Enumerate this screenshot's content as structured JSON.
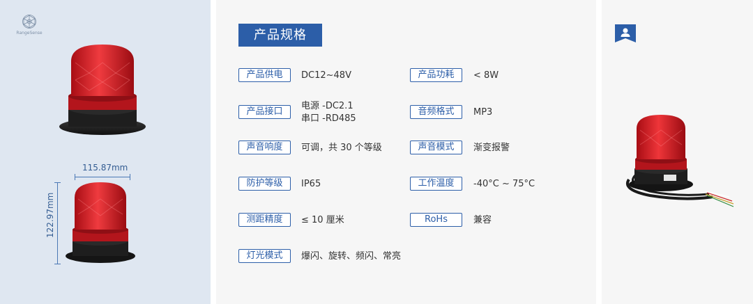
{
  "brand": {
    "logo_text": "RangeSense"
  },
  "dimensions": {
    "width_label": "115.87mm",
    "height_label": "122.97mm"
  },
  "title": "产品规格",
  "specs": {
    "power_supply": {
      "label": "产品供电",
      "value": "DC12~48V"
    },
    "power_consumption": {
      "label": "产品功耗",
      "value": "< 8W"
    },
    "interface": {
      "label": "产品接口",
      "value_line1": "电源 -DC2.1",
      "value_line2": "串口 -RD485"
    },
    "audio_format": {
      "label": "音频格式",
      "value": "MP3"
    },
    "volume": {
      "label": "声音响度",
      "value": "可调，共 30 个等级"
    },
    "sound_mode": {
      "label": "声音模式",
      "value": "渐变报警"
    },
    "protection": {
      "label": "防护等级",
      "value": "IP65"
    },
    "operating_temp": {
      "label": "工作温度",
      "value": "-40°C ~ 75°C"
    },
    "ranging_accuracy": {
      "label": "测距精度",
      "value": "≤ 10 厘米"
    },
    "rohs": {
      "label": "RoHs",
      "value": "兼容"
    },
    "light_mode": {
      "label": "灯光模式",
      "value": "爆闪、旋转、频闪、常亮"
    }
  },
  "icons": {
    "user": "user-icon",
    "logo": "logo-icon"
  },
  "colors": {
    "accent": "#2c5ea8",
    "left_bg": "#dfe7f1",
    "panel_bg": "#f6f6f6",
    "lamp_red": "#e0202a"
  }
}
